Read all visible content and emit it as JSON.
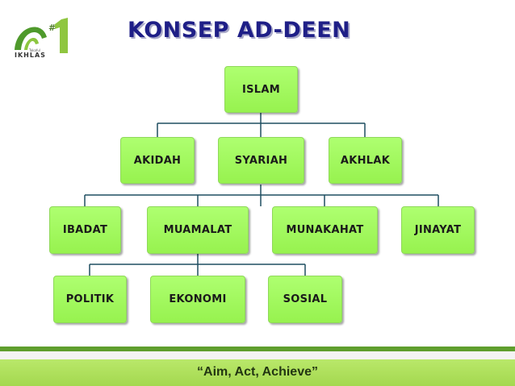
{
  "title": "KONSEP AD-DEEN",
  "logo": {
    "number": "#1",
    "brand": "IKHLAS",
    "small_text": "Takaful"
  },
  "colors": {
    "title": "#1f1f87",
    "node_fill": "#a5fb63",
    "connector": "#1f4e60",
    "footer": "#a4d84f",
    "footer_stripe": "#5f9e2d"
  },
  "diagram": {
    "root": "ISLAM",
    "level1": [
      "AKIDAH",
      "SYARIAH",
      "AKHLAK"
    ],
    "level2": [
      "IBADAT",
      "MUAMALAT",
      "MUNAKAHAT",
      "JINAYAT"
    ],
    "level3": [
      "POLITIK",
      "EKONOMI",
      "SOSIAL"
    ]
  },
  "footer": {
    "tagline": "“Aim, Act, Achieve”"
  }
}
